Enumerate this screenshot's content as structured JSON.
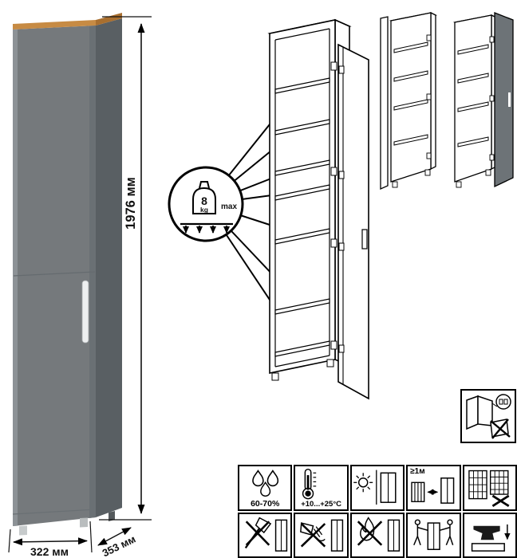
{
  "product_render": {
    "dim_height": "1976 мм",
    "dim_width": "322 мм",
    "dim_depth": "353 мм",
    "colors": {
      "front": "#75797c",
      "side": "#595f63",
      "top_trim": "#c78b44",
      "top_trim_side": "#a96f2f",
      "handle": "#edeff0",
      "variant_door": "#6d7377"
    }
  },
  "shelf_load": {
    "value": "8",
    "unit": "kg",
    "max_label": "max"
  },
  "care": {
    "humidity": "60-70%",
    "temperature": "+10...+25°C",
    "distance": "≥1м"
  },
  "icons": {
    "max_load": "weight-8kg-max",
    "humidity": "water-drops",
    "temperature": "thermometer",
    "sunlight": "sun-and-wardrobe",
    "heat_distance": "radiator-distance-wardrobe",
    "lattice": "hatched-panels-crossed",
    "no_impact": "axe-crossed",
    "no_liquid": "spill-crossed",
    "no_flame": "flame-crossed",
    "carry": "two-person-carry",
    "heavy": "anvil-press",
    "door_adjust": "door-adjustment"
  }
}
